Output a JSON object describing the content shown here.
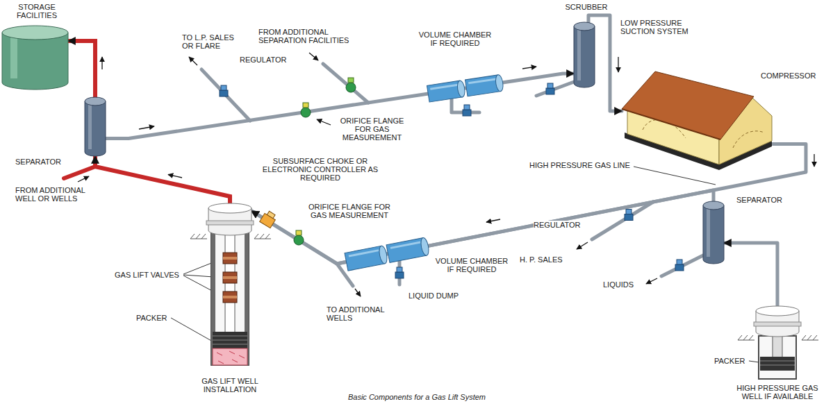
{
  "diagram": {
    "caption": "Basic Components for a Gas Lift System",
    "nodes": [
      {
        "text": [
          "STORAGE FACILITIES"
        ]
      },
      {
        "text": [
          "SEPARATOR"
        ]
      },
      {
        "text": [
          "SCRUBBER"
        ]
      },
      {
        "text": [
          "COMPRESSOR"
        ]
      },
      {
        "text": [
          "SEPARATOR"
        ]
      },
      {
        "text": [
          "HIGH PRESSURE GAS WELL IF AVAILABLE"
        ]
      },
      {
        "text": [
          "GAS LIFT WELL INSTALLATION"
        ]
      }
    ],
    "edges": [
      {
        "from": 6,
        "to": 1,
        "arrow": "to"
      },
      {
        "from": 1,
        "to": 0,
        "arrow": "to"
      },
      {
        "from": 1,
        "to": 2,
        "arrow": "to"
      },
      {
        "from": 2,
        "to": 3,
        "arrow": "to"
      },
      {
        "from": 3,
        "to": 6,
        "arrow": "to"
      },
      {
        "from": 4,
        "to": 6,
        "arrow": "to"
      },
      {
        "from": 5,
        "to": 4,
        "arrow": "to"
      }
    ],
    "labels": [
      "TO L.P. SALES OR FLARE",
      "FROM ADDITIONAL SEPARATION FACILITIES",
      "REGULATOR",
      "ORIFICE FLANGE FOR GAS MEASUREMENT",
      "VOLUME CHAMBER IF REQUIRED",
      "LOW PRESSURE SUCTION SYSTEM",
      "FROM ADDITIONAL WELL OR WELLS",
      "SUBSURFACE CHOKE OR ELECTRONIC CONTROLLER AS REQUIRED",
      "ORIFICE FLANGE FOR GAS MEASUREMENT",
      "HIGH PRESSURE GAS LINE",
      "REGULATOR",
      "GAS LIFT VALVES",
      "VOLUME CHAMBER IF REQUIRED",
      "H. P. SALES",
      "LIQUIDS",
      "PACKER",
      "TO ADDITIONAL WELLS",
      "LIQUID DUMP",
      "PACKER"
    ]
  }
}
